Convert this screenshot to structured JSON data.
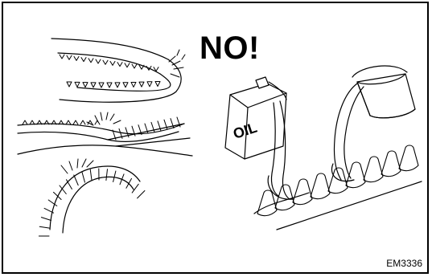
{
  "headline": "NO!",
  "container_label": "OIL",
  "figure_code": "EM3336",
  "colors": {
    "ink": "#000000",
    "paper": "#ffffff"
  }
}
